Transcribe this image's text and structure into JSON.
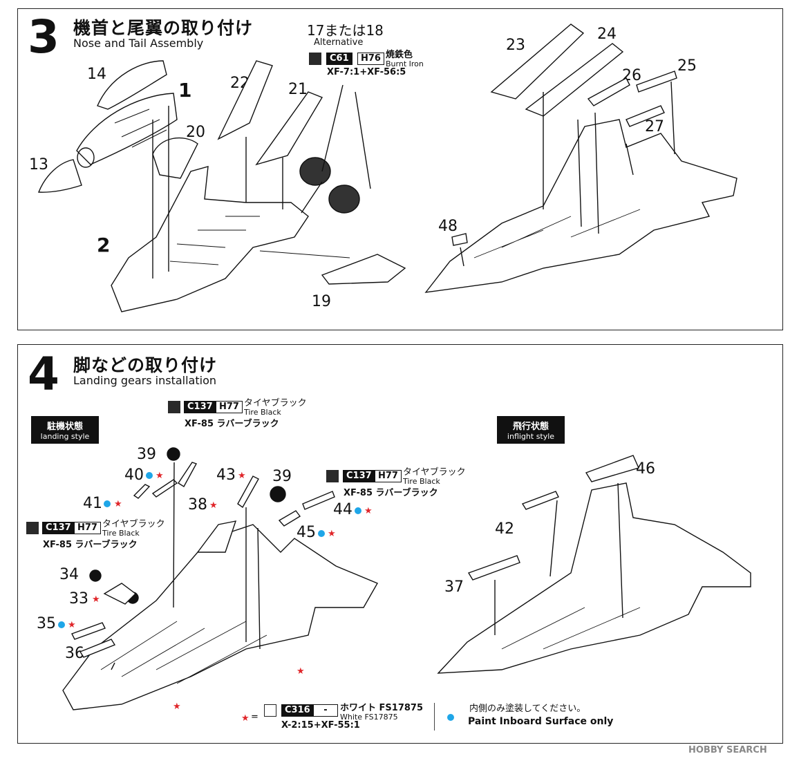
{
  "step3": {
    "number": "3",
    "title_jp": "機首と尾翼の取り付け",
    "title_en": "Nose and Tail Assembly",
    "alt_part": "17または18",
    "alt_label": "Alternative",
    "paint": {
      "c_code": "C61",
      "h_code": "H76",
      "name_jp": "焼鉄色",
      "name_en": "Burnt Iron",
      "mix": "XF-7:1+XF-56:5"
    },
    "parts": [
      "14",
      "1",
      "13",
      "20",
      "2",
      "22",
      "21",
      "19",
      "23",
      "24",
      "26",
      "25",
      "27",
      "48"
    ]
  },
  "step4": {
    "number": "4",
    "title_jp": "脚などの取り付け",
    "title_en": "Landing gears installation",
    "landing_jp": "駐機状態",
    "landing_en": "landing style",
    "inflight_jp": "飛行状態",
    "inflight_en": "inflight style",
    "tire_paint": {
      "c_code": "C137",
      "h_code": "H77",
      "name_jp": "タイヤブラック",
      "name_en": "Tire Black",
      "mix": "XF-85 ラバーブラック"
    },
    "parts": [
      "39",
      "40",
      "41",
      "38",
      "43",
      "39",
      "44",
      "45",
      "34",
      "33",
      "35",
      "36",
      "46",
      "42",
      "37"
    ],
    "white_paint": {
      "prefix": "=",
      "c_code": "C316",
      "h_code": "-",
      "name_jp": "ホワイト FS17875",
      "name_en": "White FS17875",
      "mix": "X-2:15+XF-55:1"
    },
    "inboard_note_jp": "内側のみ塗装してください。",
    "inboard_note_en": "Paint  Inboard Surface only"
  },
  "watermark": "HOBBY SEARCH",
  "colors": {
    "star": "#e0262a",
    "dot": "#1fa6e8",
    "ink": "#111111"
  }
}
